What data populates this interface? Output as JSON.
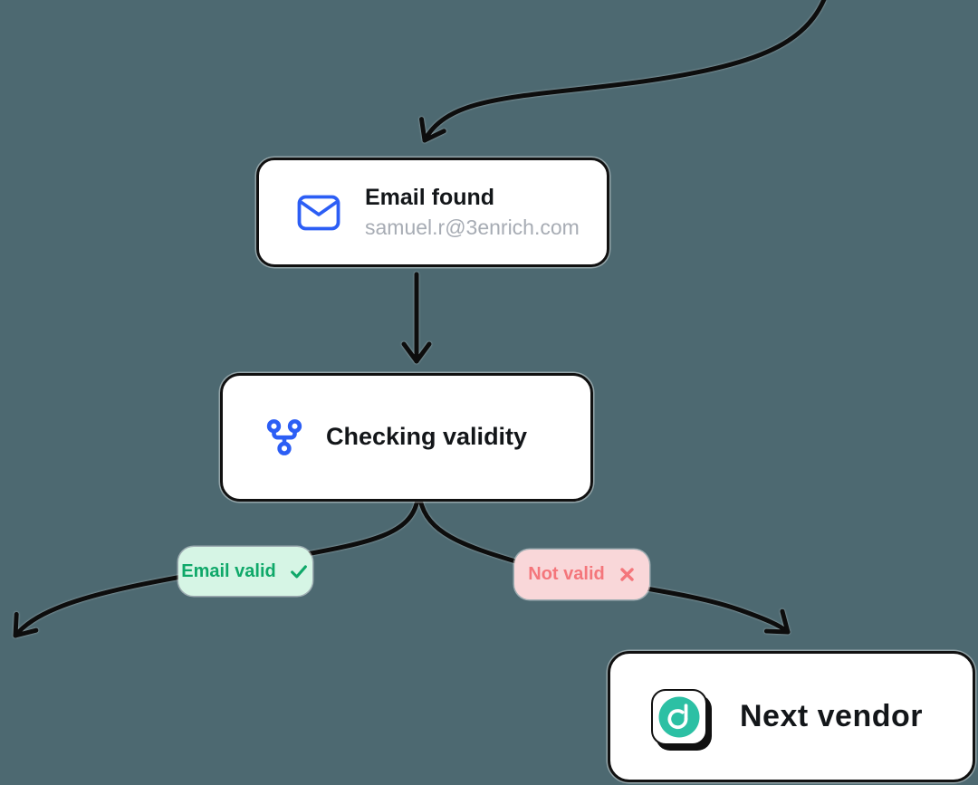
{
  "canvas": {
    "background_color": "#4d6971"
  },
  "nodes": {
    "email_found": {
      "title": "Email found",
      "subtitle": "samuel.r@3enrich.com",
      "icon": "mail-icon"
    },
    "checking_validity": {
      "title": "Checking validity",
      "icon": "git-fork-icon"
    },
    "next_vendor": {
      "title": "Next vendor",
      "icon": "vendor-logo-icon"
    }
  },
  "edge_labels": {
    "valid": {
      "label": "Email valid",
      "icon": "check-icon"
    },
    "invalid": {
      "label": "Not valid",
      "icon": "x-icon"
    }
  },
  "edges": [
    {
      "from": "offscreen-top-right",
      "to": "email_found"
    },
    {
      "from": "email_found",
      "to": "checking_validity"
    },
    {
      "from": "checking_validity",
      "to": "offscreen-bottom-left",
      "label": "Email valid"
    },
    {
      "from": "checking_validity",
      "to": "next_vendor",
      "label": "Not valid"
    }
  ],
  "colors": {
    "background": "#4d6971",
    "card_background": "#ffffff",
    "card_border": "#111111",
    "arrow": "#0d0d0d",
    "title_text": "#131619",
    "subtitle_text": "#a7acb4",
    "icon_blue": "#2c5ef5",
    "valid_text": "#0fa869",
    "valid_background": "#d6f5e5",
    "invalid_text": "#f4767b",
    "invalid_background": "#f9d7d9",
    "vendor_logo_teal": "#2cc0a4"
  }
}
